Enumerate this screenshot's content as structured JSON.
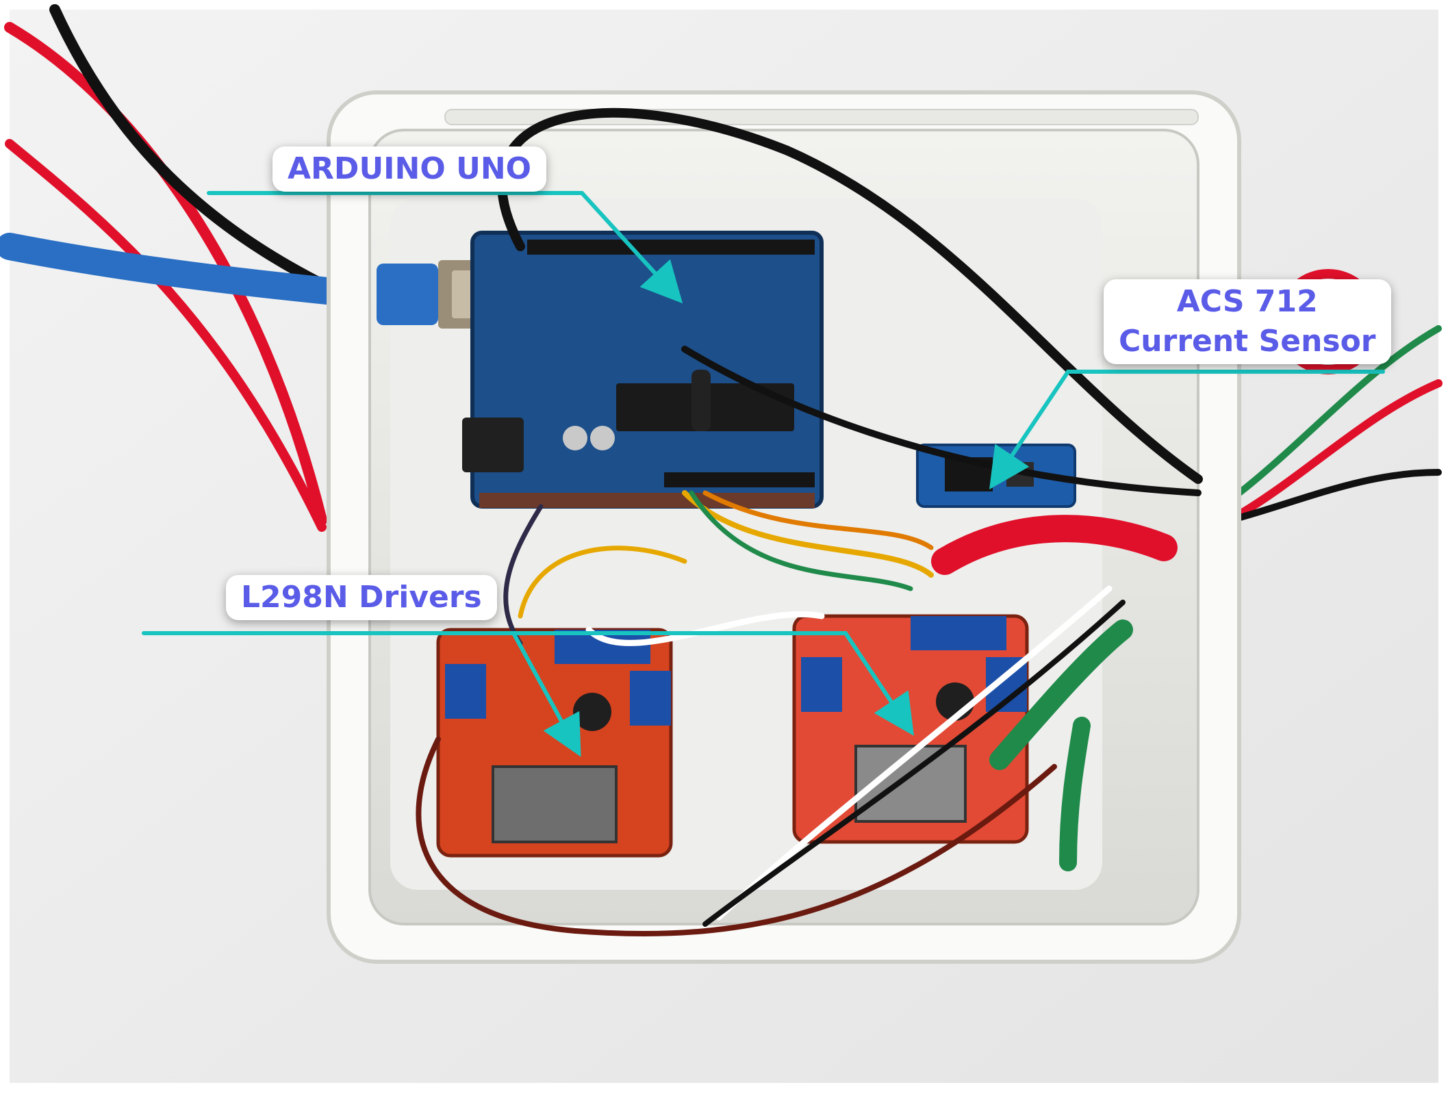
{
  "labels": {
    "arduino": "ARDUINO UNO",
    "sensor_line1": "ACS 712",
    "sensor_line2": "Current Sensor",
    "drivers": "L298N Drivers"
  },
  "colors": {
    "label_text": "#5a5ce8",
    "pointer": "#18c4c0",
    "arduino_board": "#1d4f8a",
    "driver_board": "#d6431f",
    "enclosure": "#e6e6e2",
    "wire_red": "#e0102a",
    "wire_black": "#111111",
    "usb_cable": "#2a6fc4",
    "probe_green": "#1f8a4a"
  }
}
